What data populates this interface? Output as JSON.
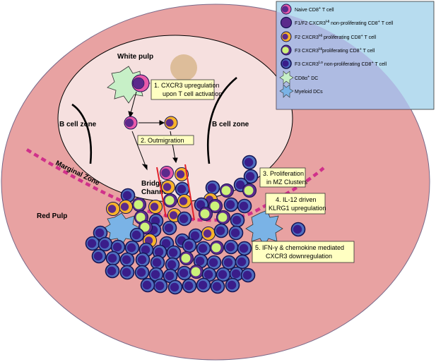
{
  "regions": {
    "white_pulp": "White pulp",
    "b_cell_zone_left": "B cell zone",
    "b_cell_zone_right": "B cell zone",
    "marginal_zone": "Marginal Zone",
    "bridging_channel_line1": "Bridging",
    "bridging_channel_line2": "Channel",
    "red_pulp": "Red Pulp"
  },
  "steps": [
    {
      "lines": [
        "1. CXCR3 upregulation",
        "upon T cell activation"
      ]
    },
    {
      "lines": [
        "2. Outmigration"
      ]
    },
    {
      "lines": [
        "3. Proliferation",
        "in MZ Clusters"
      ]
    },
    {
      "lines": [
        "4. IL-12 driven",
        "KLRG1 upregulation"
      ]
    },
    {
      "lines": [
        "5. IFN-γ & chemokine mediated",
        "CXCR3 downregulation"
      ]
    }
  ],
  "legend": {
    "items": [
      {
        "icon": "naive-cell-icon",
        "text": "Naive CD8",
        "sup": "+",
        "rest": " T cell"
      },
      {
        "icon": "f1f2-cell-icon",
        "text": "F1/F2 CXCR3",
        "sup": "Hi",
        "rest": " non-proliferating CD8",
        "sup2": "+",
        "rest2": " T cell"
      },
      {
        "icon": "f2-cell-icon",
        "text": "F2 CXCR3",
        "sup": "Hi",
        "rest": " proliferating CD8",
        "sup2": "+",
        "rest2": " T cell"
      },
      {
        "icon": "f3hi-cell-icon",
        "text": "F3 CXCR3",
        "sup": "Hi",
        "rest": "proliferating CD8",
        "sup2": "+",
        "rest2": " T cell"
      },
      {
        "icon": "f3lo-cell-icon",
        "text": "F3 CXCR3",
        "sup": "Lo",
        "rest": " non-proliferating CD8",
        "sup2": "+",
        "rest2": " T cell"
      },
      {
        "icon": "cd8-dc-icon",
        "text": "CD8α",
        "sup": "+",
        "rest": " DC"
      },
      {
        "icon": "myeloid-dc-icon",
        "text": "Myeloid DCs"
      }
    ]
  },
  "colors": {
    "red_pulp": "#e8a2a2",
    "white_pulp": "#f6e0df",
    "legend_bg": "#b7dcef",
    "naive_fill": "#5b2a8c",
    "dark_fill": "#3a1d8a",
    "ring_dark": "#141454",
    "orange": "#f7b32a",
    "green": "#ccf27a",
    "magenta": "#e85aaa",
    "dc_green": "#c7f0c7",
    "dc_blue": "#7ab3e6",
    "label_box": "#ffffc2",
    "dash": "#d0308a",
    "channel_line": "#e0202a"
  }
}
